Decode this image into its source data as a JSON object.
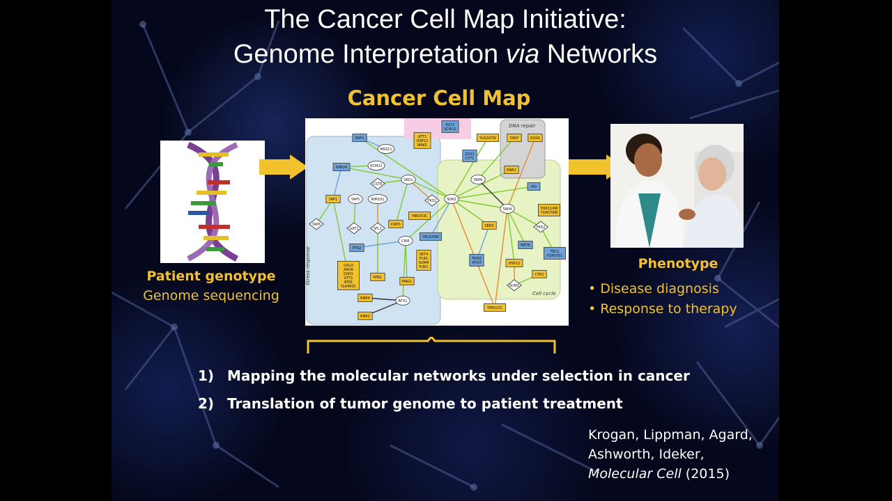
{
  "title": {
    "line1": "The Cancer Cell Map Initiative:",
    "line2_pre": "Genome Interpretation ",
    "line2_em": "via",
    "line2_post": " Networks"
  },
  "map_heading": "Cancer Cell Map",
  "network": {
    "region_labels": {
      "dna_repair": "DNA repair",
      "stress_response": "Stress response",
      "cell_cycle": "Cell cycle"
    },
    "nodes": [
      "ENP1",
      "MSS11",
      "GTT1 HSP12 MAK5",
      "EGT2 SCW11",
      "YLR287W",
      "DIN7",
      "DUN1",
      "RPA34",
      "ECM22",
      "SKO1",
      "ZDS1 CYT1",
      "RNR1",
      "CST6",
      "SWI6",
      "HO",
      "YAP1",
      "YAP5",
      "RIM101",
      "SOK2",
      "FKS1",
      "SWI4",
      "YOR114W YGR079W",
      "GAT1",
      "SFL1",
      "CWP1",
      "YBR053C",
      "SER3",
      "FKS2",
      "YAP6",
      "YBL029W",
      "CIN5",
      "TRM2 ATO3",
      "MET6",
      "TEC1 YGR035C",
      "PTR2",
      "SET4 FLR1 SUM4 FUR1",
      "HSP12",
      "GSU2 AAD6 GSH1 GTT1 ATR1 YLR460C",
      "RFA1",
      "MAG1",
      "CYE2",
      "SUM1",
      "RNR4",
      "RFX1",
      "YPR015C",
      "RNR2"
    ]
  },
  "genotype": {
    "label": "Patient genotype",
    "sublabel": "Genome sequencing"
  },
  "phenotype": {
    "label": "Phenotype",
    "bullets": [
      "• Disease diagnosis",
      "• Response to therapy"
    ]
  },
  "goals": [
    {
      "num": "1)",
      "text": "Mapping the molecular networks under selection in cancer"
    },
    {
      "num": "2)",
      "text": "Translation of tumor genome to patient treatment"
    }
  ],
  "citation": {
    "line1": "Krogan, Lippman, Agard,",
    "line2": "Ashworth, Ideker,",
    "journal": "Molecular Cell",
    "year": " (2015)"
  },
  "colors": {
    "accent": "#f2c12e",
    "title": "#ffffff",
    "background": "#05081c"
  }
}
